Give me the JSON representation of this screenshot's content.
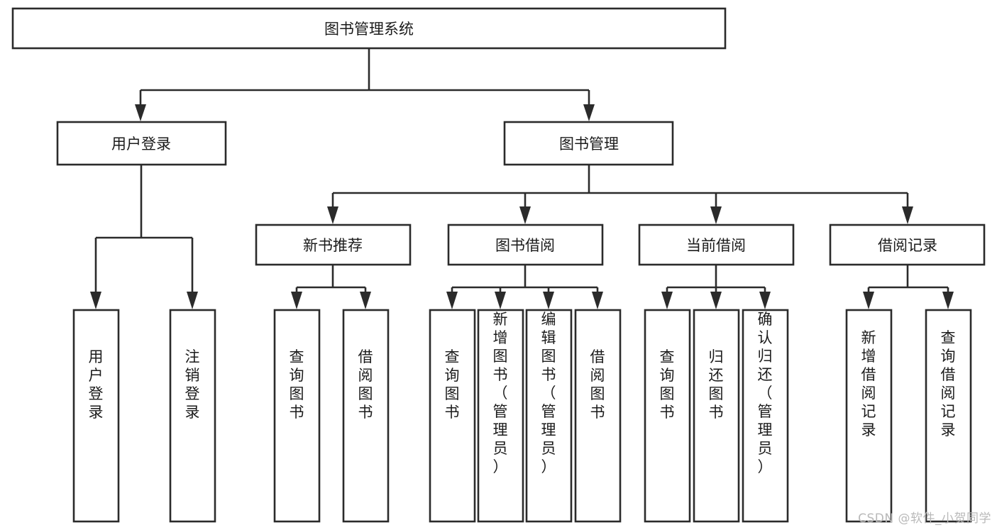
{
  "diagram": {
    "type": "tree-hierarchy-diagram",
    "title": "图书管理系统",
    "watermark": "CSDN @软件_小贺同学",
    "colors": {
      "stroke": "#2b2b2b",
      "fill": "#ffffff",
      "text": "#1b1b1b",
      "watermark": "#b9b9b9"
    },
    "root": {
      "label": "图书管理系统"
    },
    "level2": [
      {
        "label": "用户登录"
      },
      {
        "label": "图书管理"
      }
    ],
    "level3": [
      {
        "label": "新书推荐"
      },
      {
        "label": "图书借阅"
      },
      {
        "label": "当前借阅"
      },
      {
        "label": "借阅记录"
      }
    ],
    "leaves": {
      "user_login": [
        {
          "label": "用户登录"
        },
        {
          "label": "注销登录"
        }
      ],
      "new_book_recommend": [
        {
          "label": "查询图书"
        },
        {
          "label": "借阅图书"
        }
      ],
      "book_borrow": [
        {
          "label": "查询图书"
        },
        {
          "label": "新增图书（管理员）"
        },
        {
          "label": "编辑图书（管理员）"
        },
        {
          "label": "借阅图书"
        }
      ],
      "current_borrow": [
        {
          "label": "查询图书"
        },
        {
          "label": "归还图书"
        },
        {
          "label": "确认归还（管理员）"
        }
      ],
      "borrow_record": [
        {
          "label": "新增借阅记录"
        },
        {
          "label": "查询借阅记录"
        }
      ]
    }
  }
}
